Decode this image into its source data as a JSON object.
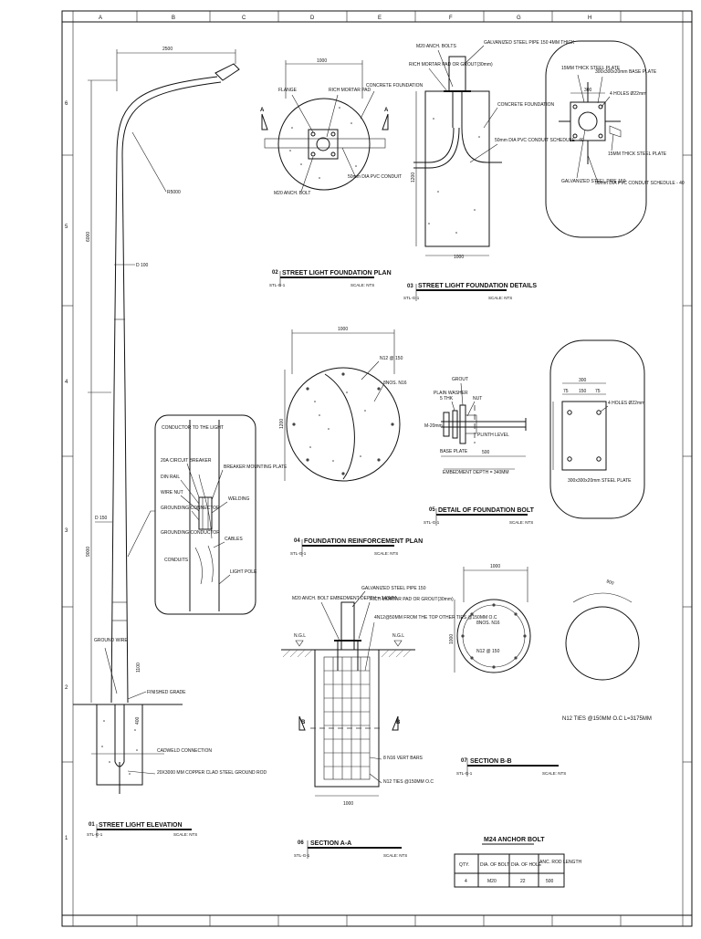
{
  "border": {
    "columns": [
      "A",
      "B",
      "C",
      "D",
      "E",
      "F",
      "G",
      "H"
    ],
    "rows": [
      "6",
      "5",
      "4",
      "3",
      "2",
      "1"
    ]
  },
  "elevation": {
    "dims": {
      "arm": "2500",
      "radius": "R5000",
      "total_height": "9000",
      "upper": "6000",
      "d_top": "D 100",
      "d_bottom": "D 150"
    },
    "labels": {
      "ground_wire": "GROUND WIRE",
      "finished_grade": "FINISHED GRADE",
      "cadweld": "CADWELD CONNECTION",
      "rod": "20X3000 MM COPPER CLAD STEEL GROUND ROD",
      "dim_400": "400",
      "dim_1100": "1100"
    },
    "title": {
      "num": "01",
      "text": "STREET LIGHT ELEVATION",
      "ref": "STL-G-1",
      "scale": "SCALE: NTS"
    }
  },
  "pole_detail": {
    "labels": [
      "CONDUCTOR TO THE LIGHT",
      "20A CIRCUIT BREAKER",
      "DIN RAIL",
      "WIRE NUT",
      "GROUNDING CONNECTOR",
      "GROUNDING CONDUCTOR",
      "CONDUITS",
      "BREAKER MOUNTING PLATE",
      "WELDING",
      "CABLES",
      "LIGHT POLE"
    ]
  },
  "foundation_plan": {
    "dim": "1000",
    "labels": {
      "flange": "FLANGE",
      "mortar": "RICH MORTAR PAD",
      "concrete": "CONCRETE FOUNDATION",
      "conduit": "50mm DIA PVC CONDUIT",
      "bolt": "M20 ANCH. BOLT",
      "a": "A"
    },
    "title": {
      "num": "02",
      "text": "STREET LIGHT FOUNDATION PLAN",
      "ref": "STL-G-1",
      "scale": "SCALE: NTS"
    }
  },
  "foundation_details": {
    "labels": {
      "bolts": "M20 ANCH. BOLTS",
      "pipe": "GALVANIZED STEEL PIPE 150 4MM THICK",
      "mortar": "RICH MORTAR PAD OR GROUT(30mm)",
      "concrete": "CONCRETE FOUNDATION",
      "conduit": "50mm DIA PVC CONDUIT SCHEDULE - 40",
      "width": "1000",
      "depth": "1200"
    },
    "title": {
      "num": "03",
      "text": "STREET LIGHT FOUNDATION DETAILS",
      "ref": "STL-G-1",
      "scale": "SCALE: NTS"
    }
  },
  "base_plate_top": {
    "labels": {
      "thick15": "15MM THICK STEEL PLATE",
      "base": "300x300x20mm BASE PLATE",
      "holes": "4 HOLES Ø22mm",
      "plate15": "15MM THICK STEEL PLATE",
      "pipe": "GALVANIZED STEEL PIPE 150",
      "conduit": "50mm DIA PVC CONDUIT SCHEDULE - 40",
      "dim300": "300"
    }
  },
  "reinforcement": {
    "dim": "1000",
    "depth": "1200",
    "labels": {
      "n12": "N12 @ 150",
      "bars": "8NOS. N16"
    },
    "title": {
      "num": "04",
      "text": "FOUNDATION REINFORCEMENT PLAN",
      "ref": "STL-G-1",
      "scale": "SCALE: NTS"
    }
  },
  "anchor_detail": {
    "labels": {
      "grout": "GROUT",
      "washer": "PLAIN WASHER",
      "nut": "NUT",
      "thk": "5 THK",
      "m20": "M-20mm",
      "plinth": "PLINTH LEVEL",
      "base": "BASE PLATE",
      "len500": "500",
      "embed": "EMBEDMENT DEPTH = 340MM"
    },
    "title": {
      "num": "05",
      "text": "DETAIL OF FOUNDATION BOLT",
      "ref": "STL-G-1",
      "scale": "SCALE: NTS"
    }
  },
  "steel_plate": {
    "labels": {
      "dim300": "300",
      "d75a": "75",
      "d150": "150",
      "d75b": "75",
      "holes": "4 HOLES Ø22mm",
      "plate": "300x300x20mm STEEL PLATE"
    }
  },
  "section_aa": {
    "labels": {
      "bolt": "M20 ANCH. BOLT EMBEDMENT DEPTH = 340MM",
      "pipe": "GALVANIZED STEEL PIPE 150",
      "mortar": "RICH MORTAR PAD OR GROUT(30mm)",
      "ties": "4N12@50MM FROM THE TOP OTHER TIES @150MM O.C",
      "ngl": "N.G.L",
      "b": "B",
      "vert": "8 N16 VERT BARS",
      "n12": "N12 TIES @150MM O.C",
      "dim1000": "1000"
    },
    "title": {
      "num": "06",
      "text": "SECTION A-A",
      "ref": "STL-G-1",
      "scale": "SCALE: NTS"
    }
  },
  "section_bb": {
    "labels": {
      "dim1000": "1000",
      "bars": "8NOS. N16",
      "n12": "N12 @ 150",
      "depth": "1000"
    },
    "title": {
      "num": "07",
      "text": "SECTION B-B",
      "ref": "STL-G-1",
      "scale": "SCALE: NTS"
    }
  },
  "tie": {
    "labels": {
      "dim": "900",
      "caption": "N12 TIES @150MM O.C L=3175MM"
    }
  },
  "anchor_table": {
    "title": "M24 ANCHOR BOLT",
    "headers": [
      "QTY.",
      "DIA. OF BOLT",
      "DIA. OF HOLE",
      "ANC. ROD LENGTH"
    ],
    "row": [
      "4",
      "M20",
      "22",
      "500"
    ]
  }
}
